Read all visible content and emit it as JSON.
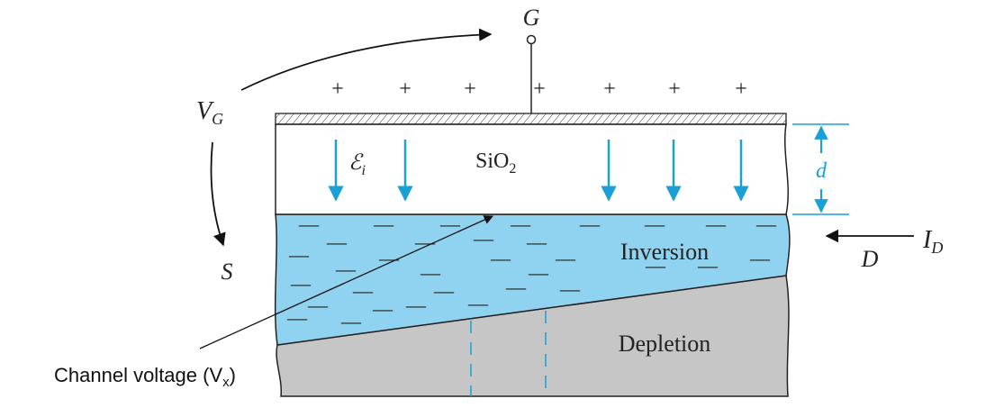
{
  "gate": {
    "label": "G"
  },
  "source": {
    "label": "S"
  },
  "drain": {
    "label": "D"
  },
  "gate_voltage": {
    "label": "V",
    "sub": "G"
  },
  "drain_current": {
    "label": "I",
    "sub": "D"
  },
  "oxide": {
    "label": "SiO",
    "sub": "2"
  },
  "oxide_thickness": {
    "label": "d"
  },
  "field": {
    "label": "ℰ",
    "sub": "i"
  },
  "inversion": {
    "label": "Inversion"
  },
  "depletion": {
    "label": "Depletion"
  },
  "channel_voltage": {
    "label": "Channel voltage (V",
    "sub": "x",
    "close": ")"
  },
  "charge_symbols": {
    "positive": "+",
    "negative": "—"
  },
  "colors": {
    "inversion_fill": "#8fd3f0",
    "depletion_fill": "#c6c6c6",
    "field_arrows": "#1aa0d6",
    "outline": "#222222"
  }
}
